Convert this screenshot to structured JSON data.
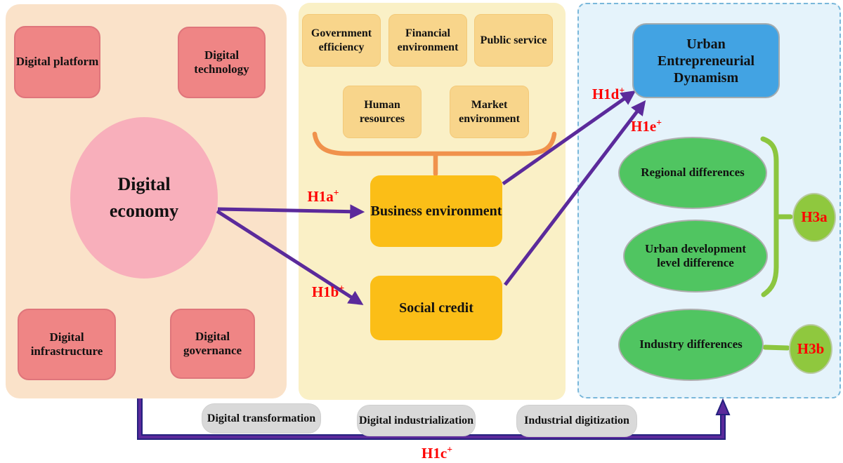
{
  "left_panel": {
    "boxes": [
      {
        "label": "Digital platform"
      },
      {
        "label": "Digital technology"
      },
      {
        "label": "Digital infrastructure"
      },
      {
        "label": "Digital governance"
      }
    ],
    "ellipse": {
      "label": "Digital economy"
    }
  },
  "middle_panel": {
    "factor_boxes": [
      {
        "label": "Government efficiency"
      },
      {
        "label": "Financial environment"
      },
      {
        "label": "Public service"
      },
      {
        "label": "Human resources"
      },
      {
        "label": "Market environment"
      }
    ],
    "mediator_boxes": [
      {
        "label": "Business environment"
      },
      {
        "label": "Social credit"
      }
    ]
  },
  "right_panel": {
    "outcome_box": {
      "label": "Urban Entrepreneurial Dynamism"
    },
    "ellipses": [
      {
        "label": "Regional differences"
      },
      {
        "label": "Urban development level difference"
      },
      {
        "label": "Industry differences"
      }
    ],
    "hypothesis_circles": [
      {
        "label": "H3a"
      },
      {
        "label": "H3b"
      }
    ]
  },
  "moderators": [
    {
      "label": "Digital transformation"
    },
    {
      "label": "Digital industrialization"
    },
    {
      "label": "Industrial digitization"
    }
  ],
  "hypothesis_labels": [
    {
      "label": "H1a",
      "sup": "+"
    },
    {
      "label": "H1b",
      "sup": "+"
    },
    {
      "label": "H1c",
      "sup": "+"
    },
    {
      "label": "H1d",
      "sup": "+"
    },
    {
      "label": "H1e",
      "sup": "+"
    }
  ],
  "colors": {
    "arrow_purple": "#5B2A9B",
    "arrow_navy_edge": "#24217E",
    "brace_orange": "#F0924C",
    "brace_green": "#8CC63F",
    "hypothesis_red": "#FE0000",
    "panel_left_bg": "#FAE2C9",
    "panel_mid_bg": "#FAF0C6",
    "panel_right_bg": "#E5F3FB",
    "pink_node": "#EF8585",
    "gold_node": "#FBBE17",
    "blue_node": "#42A3E3",
    "green_node": "#50C561",
    "h3_node": "#8FC83E",
    "moderator_gray": "#D9D9D9"
  }
}
